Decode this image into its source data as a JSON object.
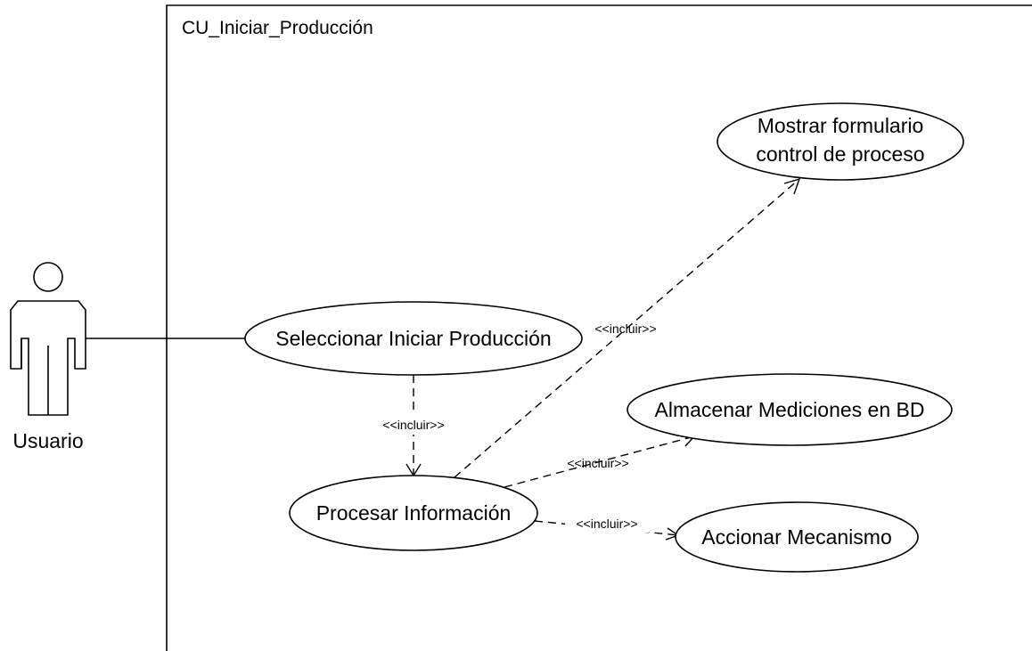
{
  "system": {
    "title": "CU_Iniciar_Producción"
  },
  "actor": {
    "name": "Usuario"
  },
  "use_cases": {
    "seleccionar": "Seleccionar Iniciar Producción",
    "procesar": "Procesar Información",
    "mostrar_line1": "Mostrar formulario",
    "mostrar_line2": "control de proceso",
    "almacenar": "Almacenar Mediciones en BD",
    "accionar": "Accionar Mecanismo"
  },
  "relations": {
    "include_label": "<<incluir>>"
  }
}
